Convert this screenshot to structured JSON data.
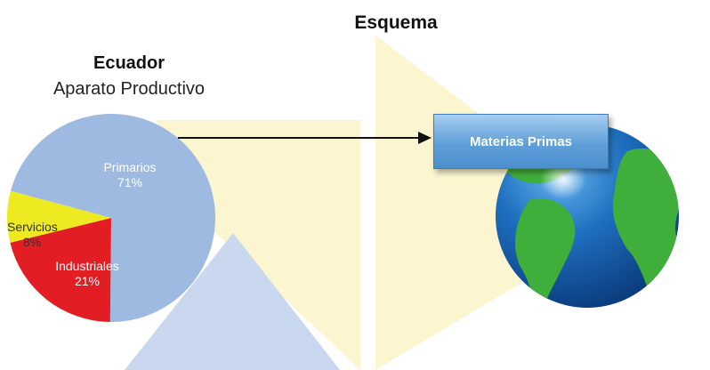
{
  "header": {
    "title": "Esquema"
  },
  "pie": {
    "country": "Ecuador",
    "subtitle": "Aparato Productivo",
    "slices": [
      {
        "name": "Primarios",
        "pct_label": "71%",
        "value": 71,
        "color": "#9ebae0",
        "text_color": "#ffffff"
      },
      {
        "name": "Industriales",
        "pct_label": "21%",
        "value": 21,
        "color": "#e21d24",
        "text_color": "#ffffff"
      },
      {
        "name": "Servicios",
        "pct_label": "8%",
        "value": 8,
        "color": "#eeea22",
        "text_color": "#333333"
      }
    ]
  },
  "arrow_target": {
    "label": "Materias Primas"
  },
  "globe": {
    "icon": "earth-globe-icon"
  },
  "colors": {
    "beam_yellow": "#fbf6d0",
    "beam_blue": "#c9d8ee",
    "box_blue": "#5f9fd9"
  }
}
